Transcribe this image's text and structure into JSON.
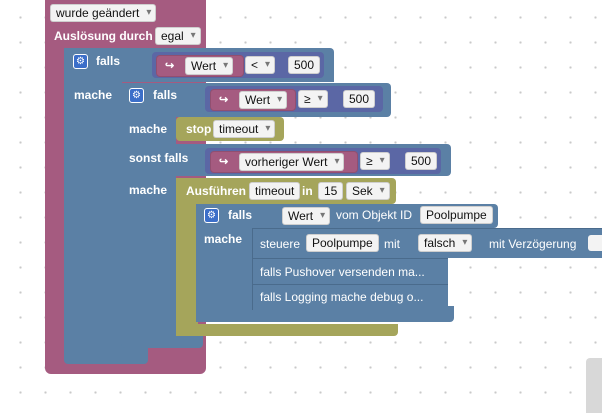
{
  "trigger": {
    "event_value": "wurde geändert",
    "ausloesung_label": "Auslösung durch",
    "ausloesung_value": "egal"
  },
  "outer_if": {
    "falls_label": "falls",
    "mache_label": "mache",
    "compare": {
      "var": "Wert",
      "op": "<",
      "value": "500"
    }
  },
  "inner_if": {
    "falls_label": "falls",
    "mache_label": "mache",
    "sonst_falls_label": "sonst falls",
    "compare1": {
      "var": "Wert",
      "op": "≥",
      "value": "500"
    },
    "compare2": {
      "var": "vorheriger Wert",
      "op": "≥",
      "value": "500"
    }
  },
  "stop_block": {
    "label": "stop",
    "value": "timeout"
  },
  "timeout_block": {
    "label": "Ausführen",
    "name": "timeout",
    "in_label": "in",
    "delay": "15",
    "unit": "Sek"
  },
  "deep_if": {
    "falls_label": "falls",
    "mache_label": "mache",
    "state_value": "Wert",
    "object_label": "vom Objekt ID",
    "object_id": "Poolpumpe"
  },
  "control": {
    "label": "steuere",
    "target": "Poolpumpe",
    "with_label": "mit",
    "value": "falsch",
    "delay_label": "mit Verzögerung"
  },
  "notes": {
    "pushover": "falls Pushover versenden ma...",
    "logging": "falls Logging mache debug o..."
  },
  "arrow_icon": "↪",
  "gear_icon": "⚙",
  "colors": {
    "event_block": "#a55b80",
    "logic_block": "#5b80a5",
    "timer_block": "#a5a55b",
    "math_block": "#5b67a5",
    "variable_block": "#a55b80"
  }
}
